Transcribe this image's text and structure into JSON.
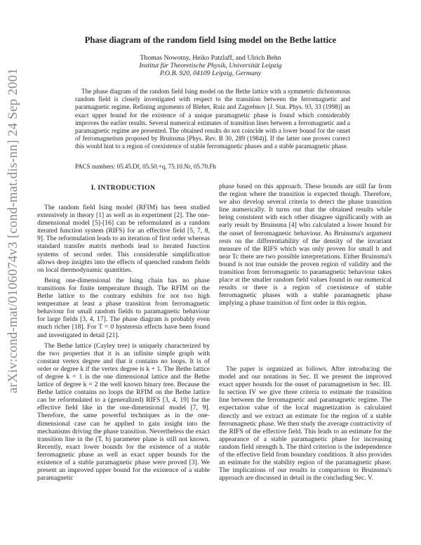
{
  "side_stamp": "arXiv:cond-mat/0106074v3  [cond-mat.dis-nn]  24 Sep 2001",
  "title": "Phase diagram of the random field Ising model on the Bethe lattice",
  "authors": "Thomas Nowotny, Heiko Patzlaff, and Ulrich Behn",
  "affiliation_1": "Institut für Theoretische Physik, Universität Leipzig",
  "affiliation_2": "P.O.B. 920, 04109 Leipzig, Germany",
  "abstract": "The phase diagram of the random field Ising model on the Bethe lattice with a symmetric dichotomous random field is closely investigated with respect to the transition between the ferromagnetic and paramagnetic regime. Refining arguments of Bleher, Ruiz and Zagrebnov [J. Stat. Phys. 93, 33 (1998)] an exact upper bound for the existence of a unique paramagnetic phase is found which considerably improves the earlier results. Several numerical estimates of transition lines between a ferromagnetic and a paramagnetic regime are presented. The obtained results do not coincide with a lower bound for the onset of ferromagnetism proposed by Bruinsma [Phys. Rev. B 30, 289 (1984)]. If the latter one proves correct this would hint to a region of coexistence of stable ferromagnetic phases and a stable paramagnetic phase.",
  "pacs": "PACS numbers: 05.45.Df, 05.50.+q, 75.10.Nr, 05.70.Fh",
  "section_heading": "I.   INTRODUCTION",
  "left_column": [
    "The random field Ising model (RFIM) has been studied extensively in theory [1] as well as in experiment [2]. The one-dimensional model [5]-[16] can be reformulated as a random iterated function system (RIFS) for an effective field [5, 7, 8, 9]. The reformulation leads to an iteration of first order whereas standard transfer matrix methods lead to iterated function systems of second order. This considerable simplification allows deep insights into the effects of quenched random fields on local thermodynamic quantities.",
    "Being one-dimensional the Ising chain has no phase transitions for finite temperature though. The RFIM on the Bethe lattice to the contrary exhibits for not too high temperature at least a phase transition from ferromagnetic behaviour for small random fields to paramagnetic behaviour for large fields [3, 4, 17]. The phase diagram is probably even much richer [18]. For T = 0 hysteresis effects have been found and investigated in detail [21].",
    "The Bethe lattice (Cayley tree) is uniquely characterized by the two properties that it is an infinite simple graph with constant vertex degree and that it contains no loops. It is of order or degree k if the vertex degree is k + 1. The Bethe lattice of degree k = 1 is the one dimensional lattice and the Bethe lattice of degree k = 2 the well known binary tree. Because the Bethe lattice contains no loops the RFIM on the Bethe lattice can be reformulated to a (generalized) RIFS [3, 4, 19] for the effective field like in the one-dimensional model [7, 9]. Therefore, the same powerful techniques as in the one-dimensional case can be applied to gain insight into the mechanisms driving the phase transition. Nevertheless the exact transition line in the (T, h) parameter plane is still not known. Recently, exact lower bounds for the existence of a stable ferromagnetic phase as well as exact upper bounds for the existence of a stable paramagnetic phase were proved [3]. We present an improved upper bound for the existence of a stable paramagnetic"
  ],
  "right_column_1": "phase based on this approach. These bounds are still far from the region where the transition is expected though. Therefore, we also develop several criteria to detect the phase transition line numerically. It turns out that the obtained results while being consistent with each other disagree significantly with an early result by Bruinsma [4] who calculated a lower bound for the onset of ferromagnetic behaviour. As Bruinsma's argument rests on the differentiability of the density of the invariant measure of the RIFS which was only proven for small h and near Tc there are two possible interpretations. Either Bruinsma's bound is not true outside the proven region of validity and the transition from ferromagnetic to paramagnetic behaviour takes place at the smaller random field values found in our numerical results or there is a region of coexistence of stable ferromagnetic phases with a stable paramagnetic phase implying a phase transition of first order in this region.",
  "right_column_2": "The paper is organized as follows. After introducing the model and our notations in Sec. II we present the improved exact upper bounds for the onset of paramagnetism in Sec. III. In section IV we give three criteria to estimate the transition line between the ferromagnetic and paramagnetic regime. The expectation value of the local magnetization is calculated directly and we extract an estimate for the region of a stable ferromagnetic phase. We then study the average contractivity of the RIFS of the effective field. This leads to an estimate for the appearance of a stable paramagnetic phase for increasing random field strength h. The third criterion is the independence of the effective field from boundary conditions. It also provides an estimate for the stability region of the paramagnetic phase. The implications of our results in comparison to Bruinsma's approach are discussed in detail in the concluding Sec. V."
}
